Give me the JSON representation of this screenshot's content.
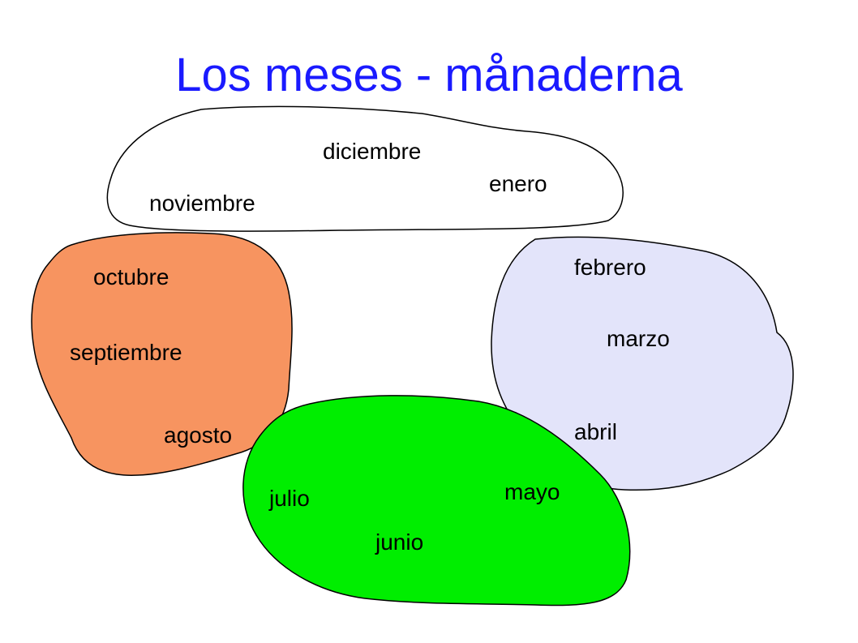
{
  "title": "Los meses - månaderna",
  "groups": [
    {
      "id": "winter",
      "fill": "#ffffff",
      "months": [
        "noviembre",
        "diciembre",
        "enero"
      ]
    },
    {
      "id": "autumn",
      "fill": "#f79460",
      "months": [
        "octubre",
        "septiembre",
        "agosto"
      ]
    },
    {
      "id": "spring",
      "fill": "#e3e4fa",
      "months": [
        "febrero",
        "marzo",
        "abril"
      ]
    },
    {
      "id": "summer",
      "fill": "#00ee00",
      "months": [
        "julio",
        "junio",
        "mayo"
      ]
    }
  ]
}
